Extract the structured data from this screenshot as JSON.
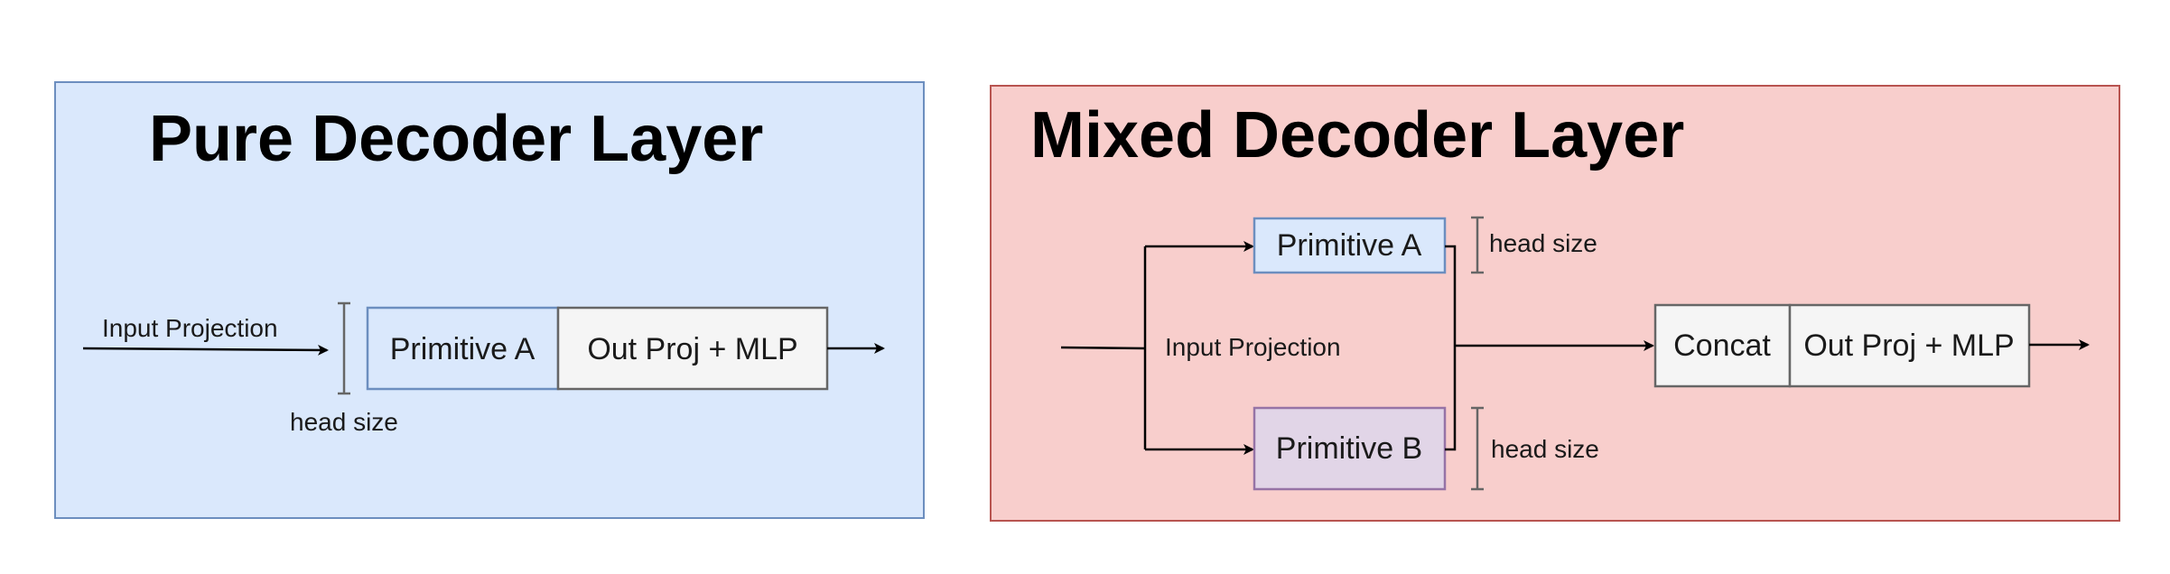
{
  "colors": {
    "pure_panel_fill": "#dae8fc",
    "pure_panel_stroke": "#6c8ebf",
    "mixed_panel_fill": "#f8cecc",
    "mixed_panel_stroke": "#b85450",
    "primitive_a_fill": "#dae8fc",
    "primitive_a_stroke": "#6c8ebf",
    "primitive_b_fill": "#e1d5e7",
    "primitive_b_stroke": "#9673a6",
    "neutral_box_fill": "#f5f5f5",
    "neutral_box_stroke": "#666666"
  },
  "pure": {
    "title": "Pure Decoder Layer",
    "input_label": "Input Projection",
    "head_size_label": "head size",
    "primitive_label": "Primitive A",
    "out_label": "Out Proj + MLP"
  },
  "mixed": {
    "title": "Mixed Decoder Layer",
    "input_label": "Input Projection",
    "primitive_a_label": "Primitive A",
    "primitive_b_label": "Primitive B",
    "head_size_a_label": "head size",
    "head_size_b_label": "head size",
    "concat_label": "Concat",
    "out_label": "Out Proj + MLP"
  }
}
